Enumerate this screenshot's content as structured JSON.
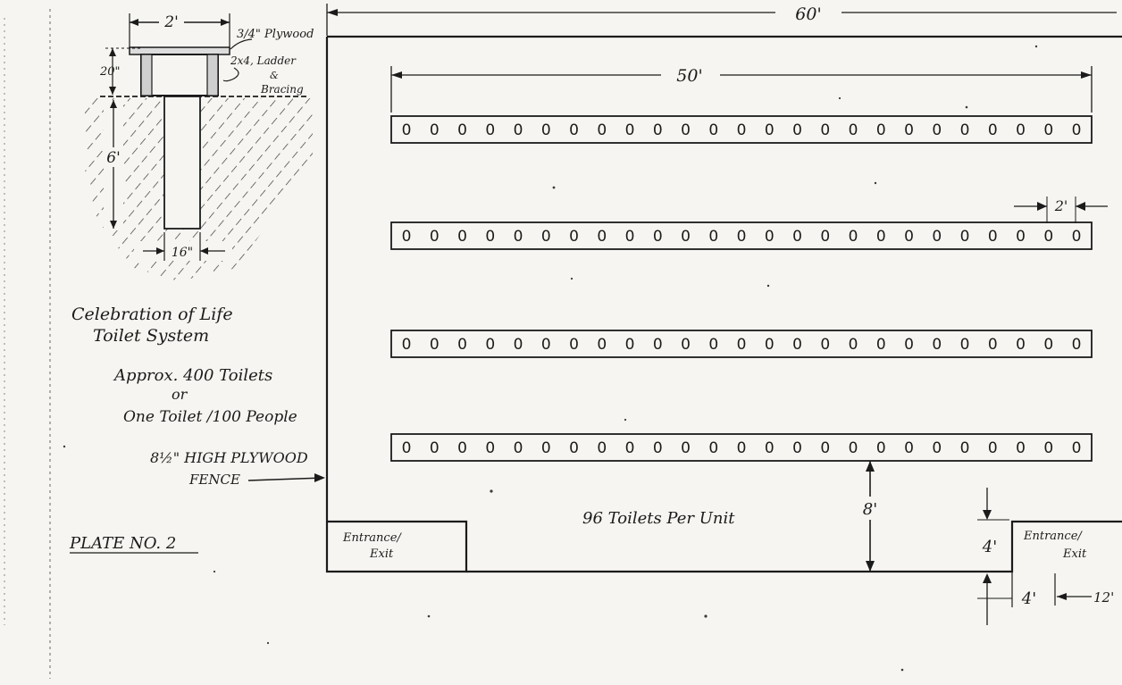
{
  "dimensions": {
    "overall_width": "60'",
    "row_length": "50'",
    "seat_spacing": "2'",
    "aisle_width": "8'",
    "gap_left": "4'",
    "gap_bottom": "4'",
    "offset_right": "12'"
  },
  "rows": [
    {
      "seats": 25
    },
    {
      "seats": 25
    },
    {
      "seats": 25
    },
    {
      "seats": 25
    }
  ],
  "seat_glyph": "0",
  "section": {
    "width_label": "2'",
    "plywood_label": "3/4\" Plywood",
    "box_height_label": "20\"",
    "bracing_label_1": "2x4, Ladder",
    "bracing_label_2": "&",
    "bracing_label_3": "Bracing",
    "pit_depth_label": "6'",
    "pit_width_label": "16\""
  },
  "labels": {
    "system_title_1": "Celebration of Life",
    "system_title_2": "Toilet System",
    "approx_1": "Approx. 400 Toilets",
    "approx_or": "or",
    "approx_2": "One Toilet /100 People",
    "fence_1": "8½\" HIGH PLYWOOD",
    "fence_2": "FENCE",
    "plate": "PLATE NO. 2",
    "per_unit": "96 Toilets Per Unit",
    "entrance_left_1": "Entrance/",
    "entrance_left_2": "Exit",
    "entrance_right_1": "Entrance/",
    "entrance_right_2": "Exit"
  }
}
